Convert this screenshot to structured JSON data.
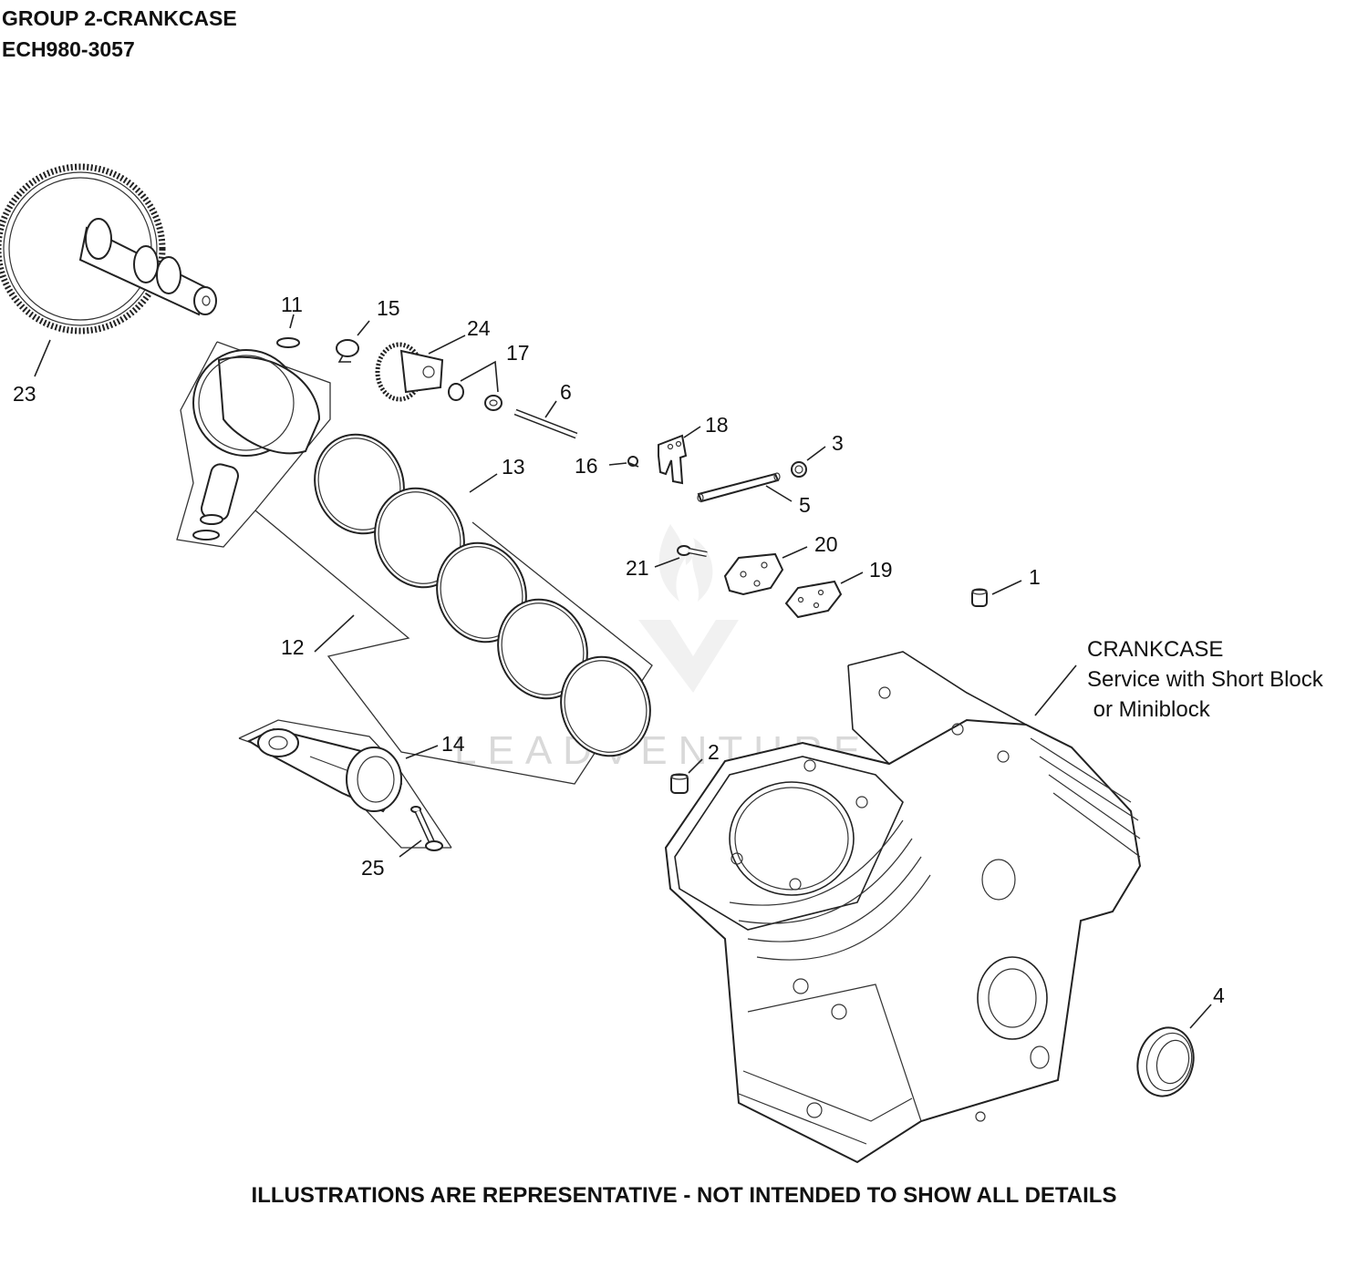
{
  "header": {
    "group": "GROUP 2-CRANKCASE",
    "model": "ECH980-3057"
  },
  "callouts": [
    {
      "id": "c23",
      "label": "23"
    },
    {
      "id": "c11",
      "label": "11"
    },
    {
      "id": "c15",
      "label": "15"
    },
    {
      "id": "c24",
      "label": "24"
    },
    {
      "id": "c17",
      "label": "17"
    },
    {
      "id": "c6",
      "label": "6"
    },
    {
      "id": "c18",
      "label": "18"
    },
    {
      "id": "c3",
      "label": "3"
    },
    {
      "id": "c16",
      "label": "16"
    },
    {
      "id": "c13",
      "label": "13"
    },
    {
      "id": "c5",
      "label": "5"
    },
    {
      "id": "c20",
      "label": "20"
    },
    {
      "id": "c21",
      "label": "21"
    },
    {
      "id": "c19",
      "label": "19"
    },
    {
      "id": "c1",
      "label": "1"
    },
    {
      "id": "c12",
      "label": "12"
    },
    {
      "id": "c14",
      "label": "14"
    },
    {
      "id": "c2",
      "label": "2"
    },
    {
      "id": "c25",
      "label": "25"
    },
    {
      "id": "c4",
      "label": "4"
    }
  ],
  "crankcase_note": {
    "line1": "CRANKCASE",
    "line2": "Service with Short Block",
    "line3": " or Miniblock"
  },
  "watermark": "LEADVENTURE",
  "footer": "ILLUSTRATIONS ARE REPRESENTATIVE - NOT INTENDED TO SHOW ALL DETAILS"
}
